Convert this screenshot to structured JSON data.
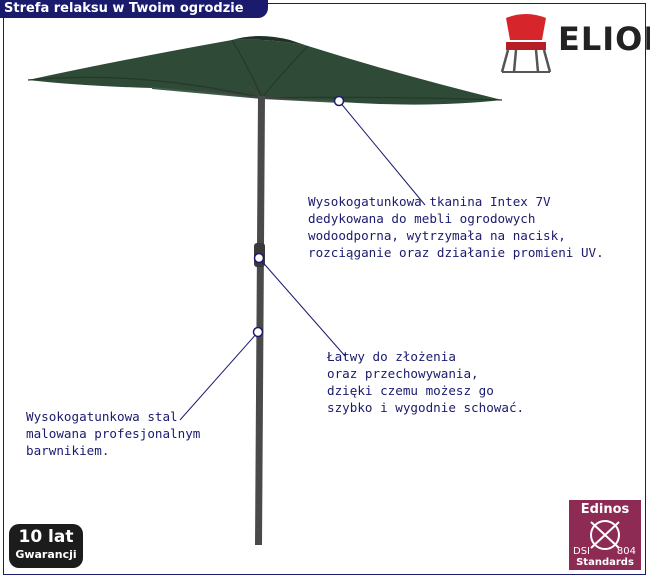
{
  "header": {
    "title": "Strefa relaksu w Twoim ogrodzie"
  },
  "logo": {
    "text": "ELIOR"
  },
  "annotations": [
    {
      "text": "Wysokogatunkowa tkanina Intex 7V\ndedykowana do mebli ogrodowych\nwodoodporna, wytrzymała na nacisk,\nrozciąganie oraz działanie promieni UV."
    },
    {
      "text": "Łatwy do złożenia\noraz przechowywania,\ndzięki czemu możesz go\nszybko i wygodnie schować."
    },
    {
      "text": "Wysokogatunkowa stal\nmalowana profesjonalnym\nbarwnikiem."
    }
  ],
  "badges": {
    "warranty_line1": "10 lat",
    "warranty_line2": "Gwarancji",
    "edinos_title": "Edinos",
    "edinos_dsi": "DSI",
    "edinos_code": "804",
    "edinos_standards": "Standards"
  },
  "colors": {
    "accent": "#1b1b6e",
    "canopy": "#2f4a37",
    "edinos": "#8e2b55"
  }
}
